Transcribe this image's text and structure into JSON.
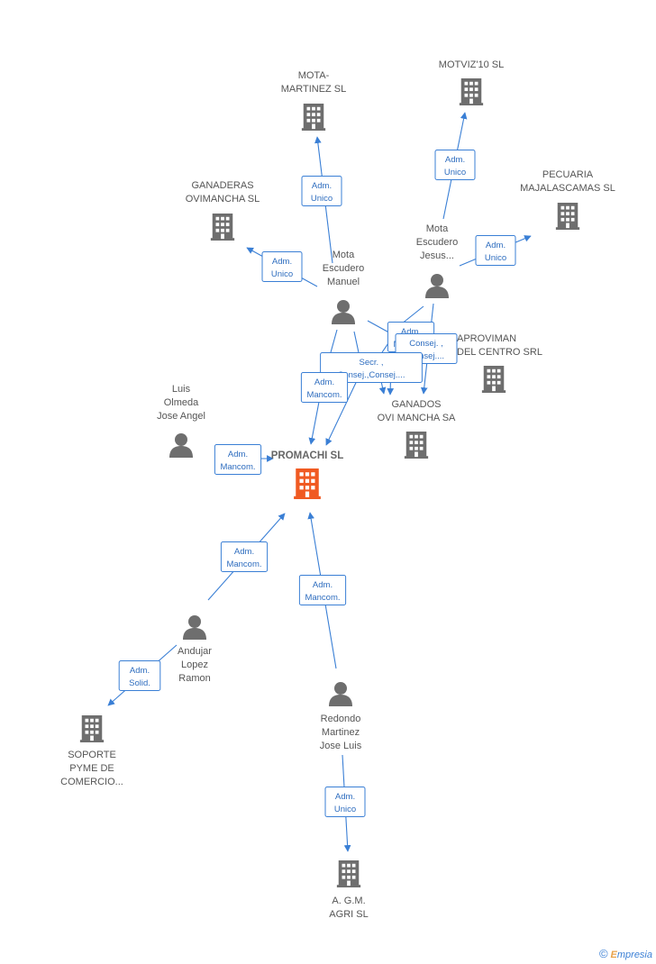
{
  "colors": {
    "edge": "#3a7fd5",
    "node": "#6e6e6e",
    "central": "#f05a22"
  },
  "nodes": [
    {
      "id": "promachi",
      "type": "company",
      "central": true,
      "lines": [
        "PROMACHI SL"
      ]
    },
    {
      "id": "mota_martinez",
      "type": "company",
      "lines": [
        "MOTA-",
        "MARTINEZ SL"
      ]
    },
    {
      "id": "motviz",
      "type": "company",
      "lines": [
        "MOTVIZ'10 SL"
      ]
    },
    {
      "id": "ganaderas",
      "type": "company",
      "lines": [
        "GANADERAS",
        "OVIMANCHA SL"
      ]
    },
    {
      "id": "pecuaria",
      "type": "company",
      "lines": [
        "PECUARIA",
        "MAJALASCAMAS SL"
      ]
    },
    {
      "id": "aproviman",
      "type": "company",
      "lines": [
        "APROVIMAN",
        "DEL CENTRO SRL"
      ]
    },
    {
      "id": "ganados",
      "type": "company",
      "lines": [
        "GANADOS",
        "OVI MANCHA SA"
      ]
    },
    {
      "id": "soporte",
      "type": "company",
      "lines": [
        "SOPORTE",
        "PYME DE",
        "COMERCIO..."
      ]
    },
    {
      "id": "agm",
      "type": "company",
      "lines": [
        "A.  G.M.",
        "AGRI SL"
      ]
    },
    {
      "id": "mota_manuel",
      "type": "person",
      "lines": [
        "Mota",
        "Escudero",
        "Manuel"
      ]
    },
    {
      "id": "mota_jesus",
      "type": "person",
      "lines": [
        "Mota",
        "Escudero",
        "Jesus..."
      ]
    },
    {
      "id": "luis",
      "type": "person",
      "lines": [
        "Luis",
        "Olmeda",
        "Jose Angel"
      ]
    },
    {
      "id": "andujar",
      "type": "person",
      "lines": [
        "Andujar",
        "Lopez",
        "Ramon"
      ]
    },
    {
      "id": "redondo",
      "type": "person",
      "lines": [
        "Redondo",
        "Martinez",
        "Jose Luis"
      ]
    }
  ],
  "edges": [
    {
      "from": "mota_manuel",
      "to": "mota_martinez",
      "lines": [
        "Adm.",
        "Unico"
      ]
    },
    {
      "from": "mota_manuel",
      "to": "ganaderas",
      "lines": [
        "Adm.",
        "Unico"
      ]
    },
    {
      "from": "mota_jesus",
      "to": "motviz",
      "lines": [
        "Adm.",
        "Unico"
      ]
    },
    {
      "from": "mota_jesus",
      "to": "pecuaria",
      "lines": [
        "Adm.",
        "Unico"
      ]
    },
    {
      "from": "mota_jesus",
      "to": "ganados",
      "lines": [
        "Adm.",
        "Mancom."
      ]
    },
    {
      "from": "mota_jesus",
      "to": "ganados",
      "lines": [
        "Consej. ,",
        "Consej...."
      ]
    },
    {
      "from": "mota_manuel",
      "to": "ganados",
      "lines": [
        "Secr. ,",
        "Consej.,Consej...."
      ]
    },
    {
      "from": "mota_manuel",
      "to": "promachi",
      "lines": [
        "Adm.",
        "Mancom."
      ]
    },
    {
      "from": "mota_jesus",
      "to": "promachi",
      "lines": [
        "Adm.",
        "Mancom."
      ]
    },
    {
      "from": "luis",
      "to": "promachi",
      "lines": [
        "Adm.",
        "Mancom."
      ]
    },
    {
      "from": "andujar",
      "to": "promachi",
      "lines": [
        "Adm.",
        "Mancom."
      ]
    },
    {
      "from": "redondo",
      "to": "promachi",
      "lines": [
        "Adm.",
        "Mancom."
      ]
    },
    {
      "from": "andujar",
      "to": "soporte",
      "lines": [
        "Adm.",
        "Solid."
      ]
    },
    {
      "from": "redondo",
      "to": "agm",
      "lines": [
        "Adm.",
        "Unico"
      ]
    }
  ],
  "brand": {
    "copyright": "©",
    "initial": "E",
    "rest": "mpresia"
  }
}
